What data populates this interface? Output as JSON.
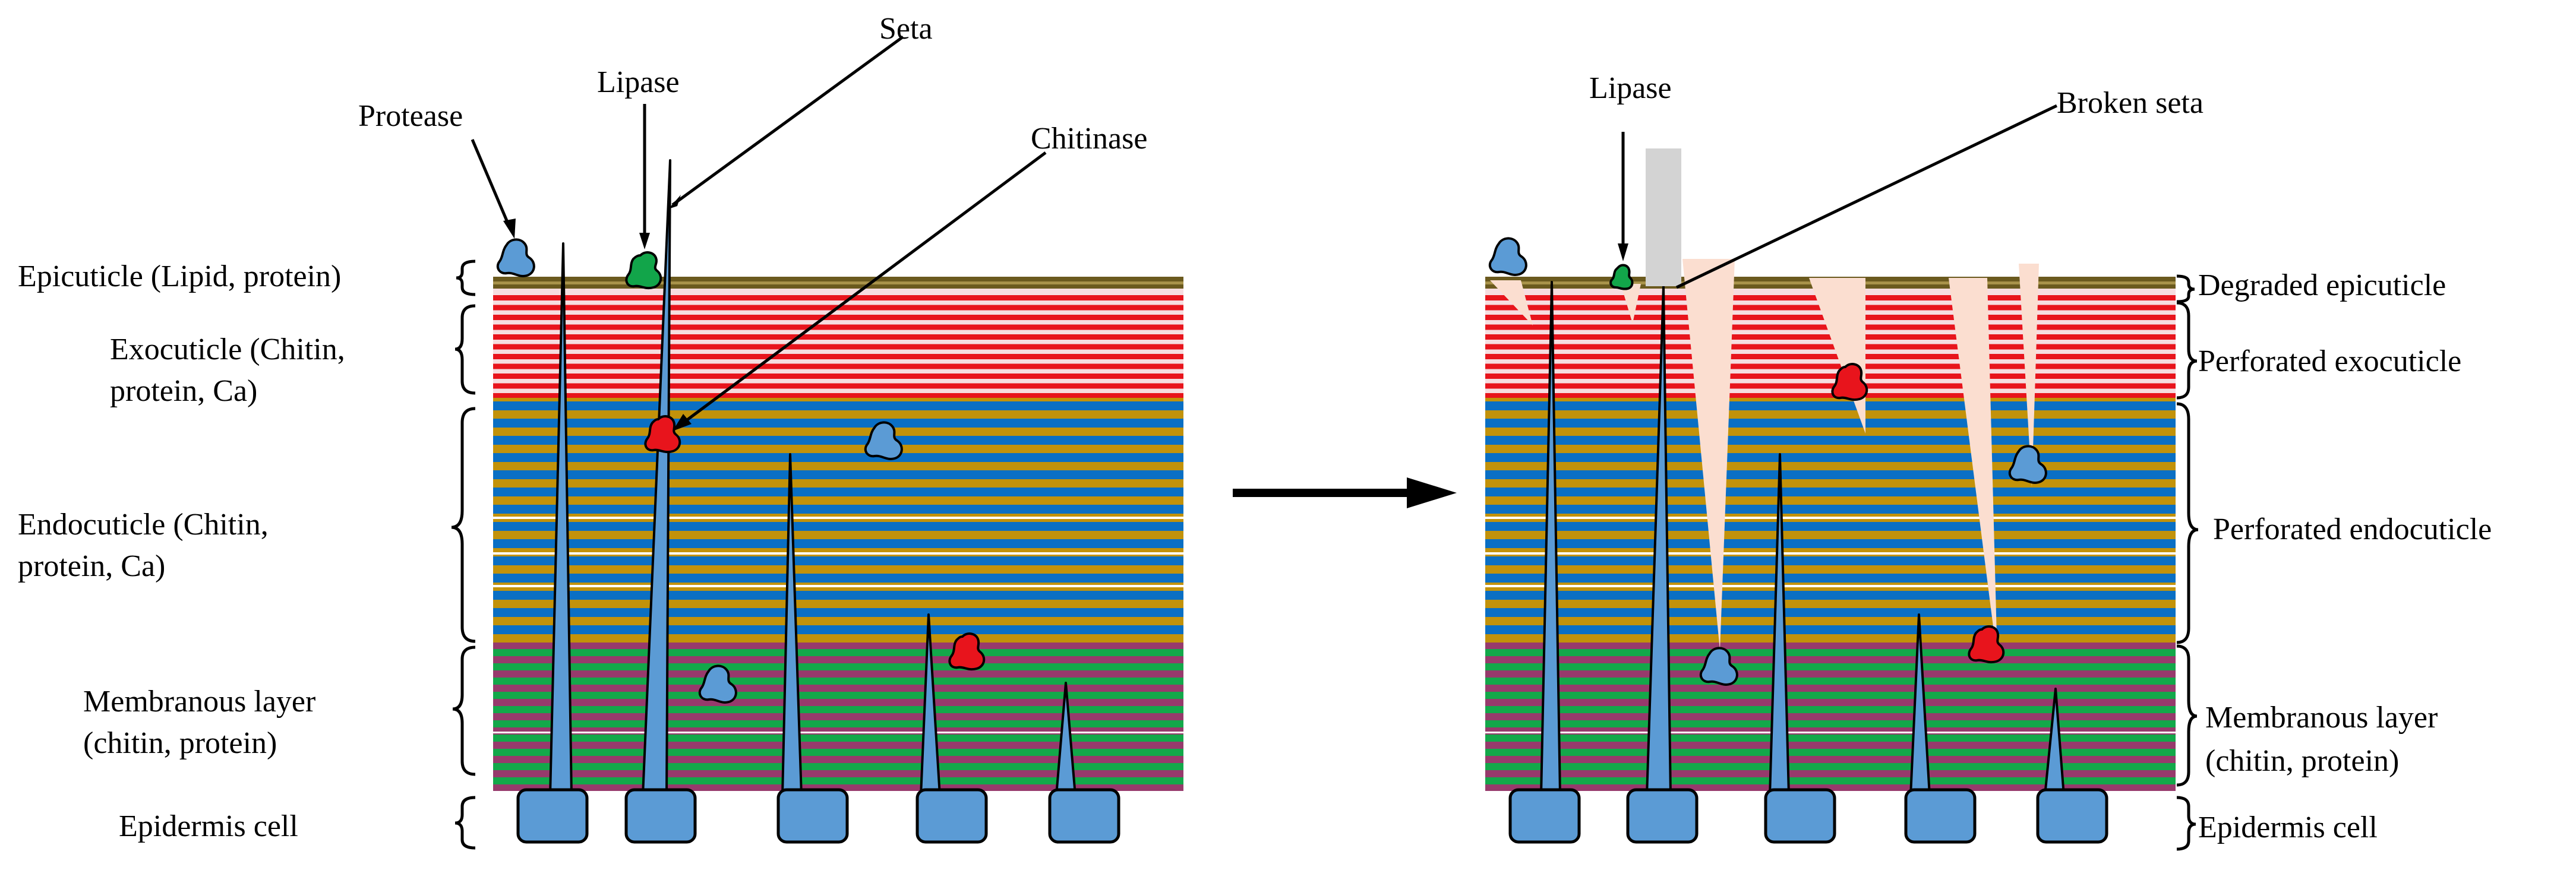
{
  "left": {
    "labels": {
      "protease": "Protease",
      "lipase": "Lipase",
      "seta": "Seta",
      "chitinase": "Chitinase"
    },
    "layers": {
      "epicuticle": "Epicuticle (Lipid, protein)",
      "exocuticle_1": "Exocuticle (Chitin,",
      "exocuticle_2": "protein, Ca)",
      "endocuticle_1": "Endocuticle (Chitin,",
      "endocuticle_2": "protein, Ca)",
      "membranous_1": "Membranous layer",
      "membranous_2": "(chitin, protein)",
      "epidermis": "Epidermis cell"
    }
  },
  "right": {
    "labels": {
      "lipase": "Lipase",
      "broken_seta": "Broken seta"
    },
    "layers": {
      "epicuticle": "Degraded epicuticle",
      "exocuticle": "Perforated exocuticle",
      "endocuticle": "Perforated endocuticle",
      "membranous_1": "Membranous layer",
      "membranous_2": "(chitin, protein)",
      "epidermis": "Epidermis cell"
    }
  },
  "colors": {
    "epicuticle_dark": "#6b5a1e",
    "epicuticle_light": "#a8924a",
    "exocuticle_red": "#e8141c",
    "exocuticle_gap": "#f6dde0",
    "endocuticle_blue": "#0a6fc4",
    "endocuticle_gold": "#c2920a",
    "membranous_green": "#13a84a",
    "membranous_purple": "#973a6c",
    "cell_blue": "#5b9bd5",
    "enzyme_blue": "#5b9bd5",
    "lipase_green": "#12a54a",
    "chitinase_red": "#e8141c",
    "perforation": "#fbded0",
    "broken_seta": "#d3d3d3"
  }
}
